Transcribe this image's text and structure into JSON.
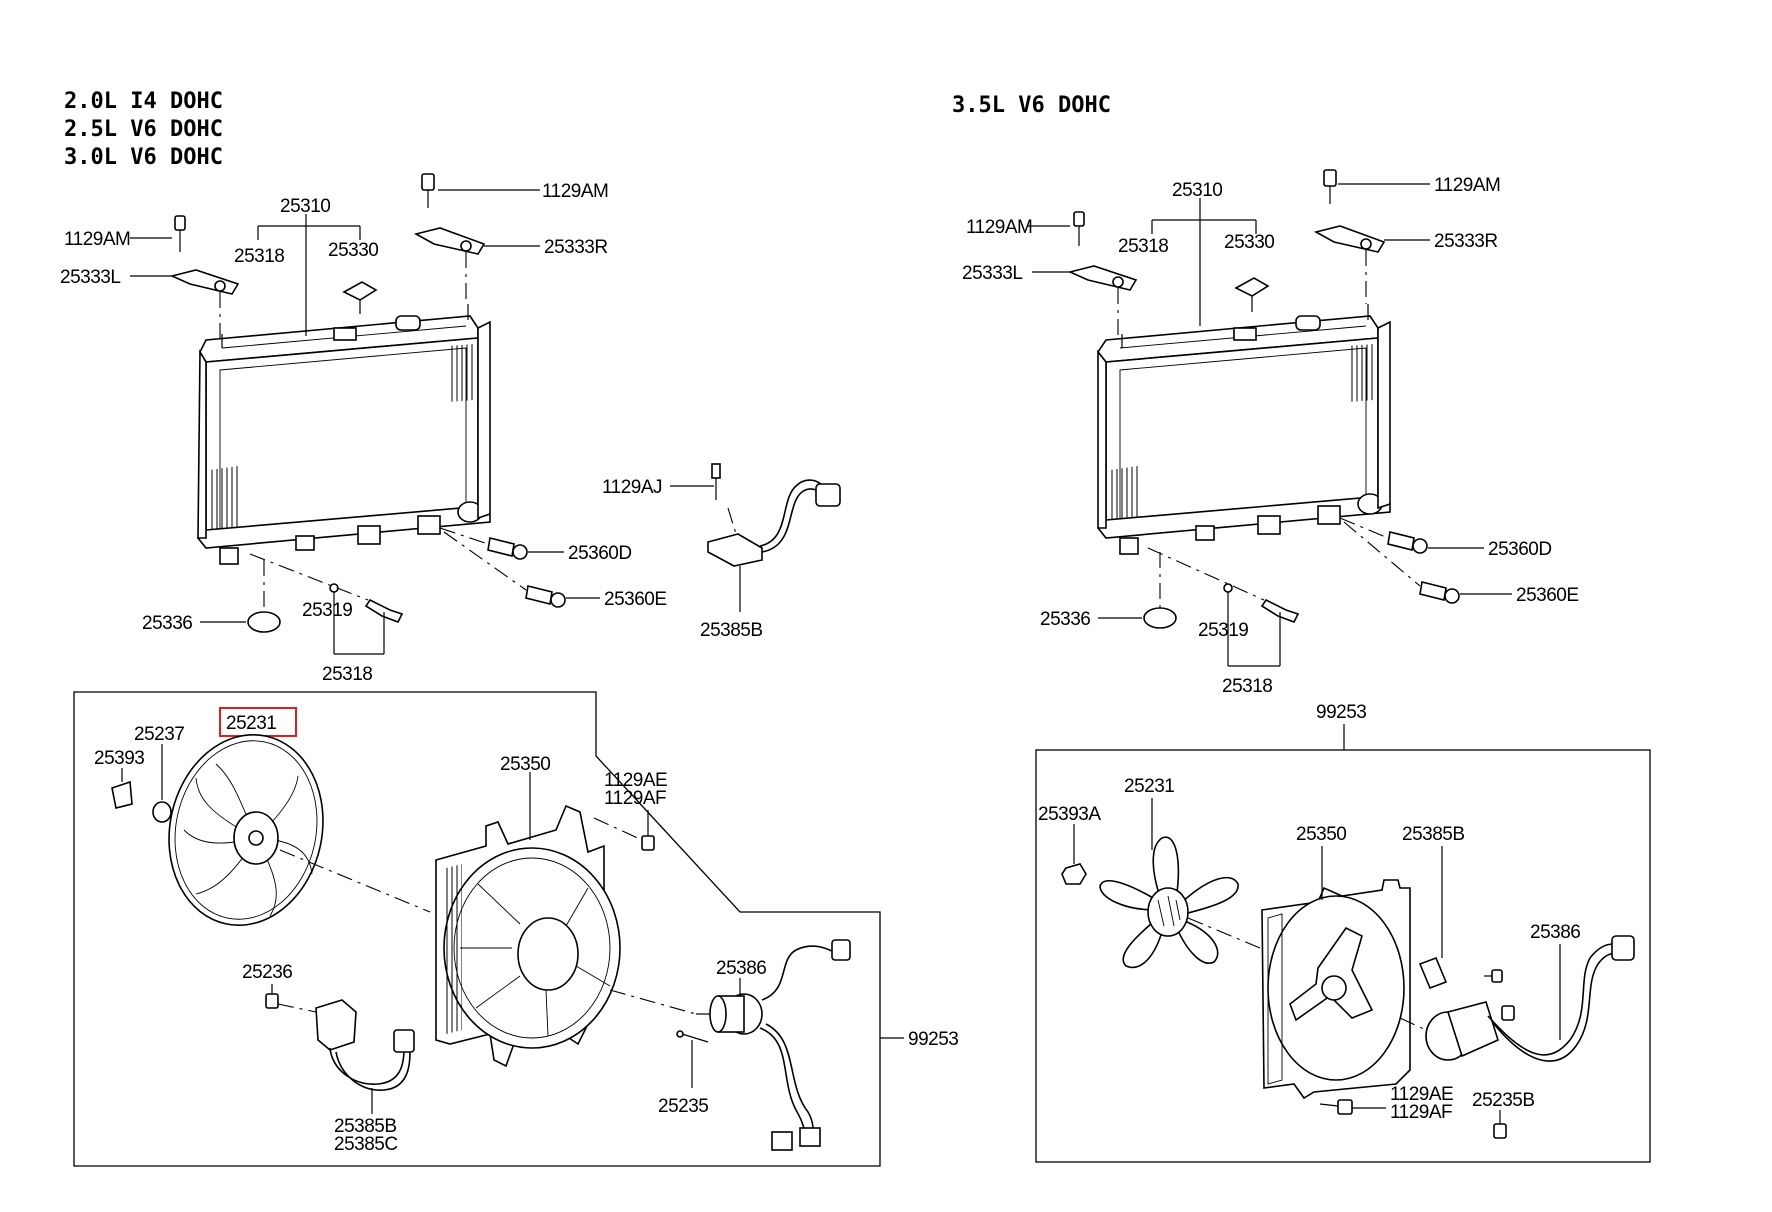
{
  "left_engines": [
    "2.0L I4 DOHC",
    "2.5L V6 DOHC",
    "3.0L V6 DOHC"
  ],
  "right_engine": "3.5L V6 DOHC",
  "left_labels": {
    "radiator": "25310",
    "hose_upper": "25318",
    "cap": "25330",
    "bolt_left": "1129AM",
    "bracket_left": "25333L",
    "bolt_right": "1129AM",
    "bracket_right": "25333R",
    "mount": "25336",
    "plug": "25319",
    "drain_group": "25318",
    "sensor_d": "25360D",
    "sensor_e": "25360E",
    "bolt_aj": "1129AJ",
    "resistor": "25385B",
    "fan": "25231",
    "nut": "25237",
    "clip": "25393",
    "shroud": "25350",
    "bolt_ae": "1129AE",
    "bolt_af": "1129AF",
    "motor": "25386",
    "screw_236": "25236",
    "screw_235": "25235",
    "resistor_b": "25385B",
    "resistor_c": "25385C",
    "assembly": "99253"
  },
  "right_labels": {
    "radiator": "25310",
    "hose_upper": "25318",
    "cap": "25330",
    "bolt_left": "1129AM",
    "bracket_left": "25333L",
    "bolt_right": "1129AM",
    "bracket_right": "25333R",
    "mount": "25336",
    "plug": "25319",
    "drain_group": "25318",
    "sensor_d": "25360D",
    "sensor_e": "25360E",
    "assembly": "99253",
    "fan": "25231",
    "nut": "25393A",
    "shroud": "25350",
    "resistor": "25385B",
    "motor": "25386",
    "bolt_ae": "1129AE",
    "bolt_af": "1129AF",
    "screw": "25235B"
  },
  "colors": {
    "line": "#000000",
    "highlight": "#e02020",
    "background": "#ffffff"
  }
}
